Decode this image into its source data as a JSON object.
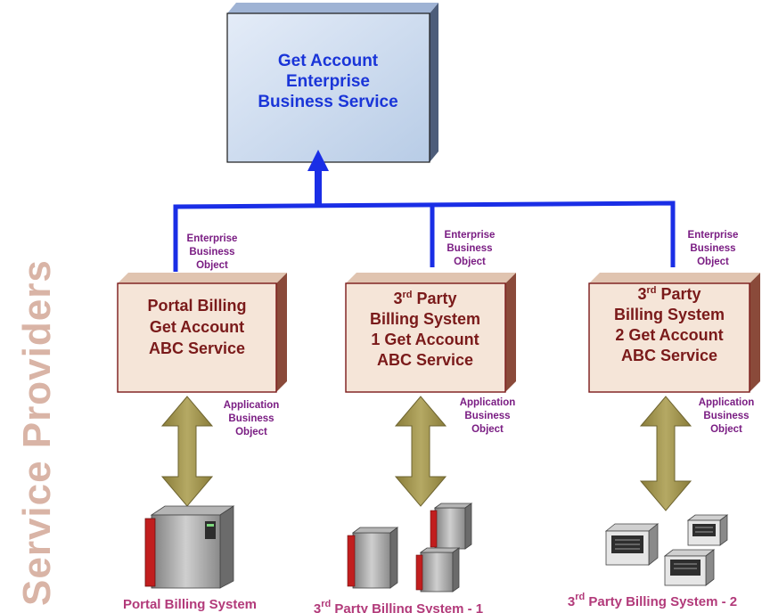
{
  "side_label": "Service Providers",
  "enterprise_service": {
    "lines": [
      "Get Account",
      "Enterprise",
      "Business Service"
    ]
  },
  "enterprise_object_label": [
    "Enterprise",
    "Business",
    "Object"
  ],
  "application_object_label": [
    "Application",
    "Business",
    "Object"
  ],
  "abc_services": [
    {
      "lines": [
        {
          "text": "Portal Billing"
        },
        {
          "text": "Get Account"
        },
        {
          "text": "ABC Service"
        }
      ]
    },
    {
      "lines": [
        {
          "text": "3",
          "sup": "rd",
          "rest": " Party"
        },
        {
          "text": "Billing System"
        },
        {
          "text": "1 Get Account"
        },
        {
          "text": "ABC Service"
        }
      ]
    },
    {
      "lines": [
        {
          "text": "3",
          "sup": "rd",
          "rest": " Party"
        },
        {
          "text": "Billing System"
        },
        {
          "text": "2 Get Account"
        },
        {
          "text": "ABC Service"
        }
      ]
    }
  ],
  "systems": [
    {
      "text": "Portal Billing System"
    },
    {
      "text": "3",
      "sup": "rd",
      "rest": " Party Billing System - 1"
    },
    {
      "text": "3",
      "sup": "rd",
      "rest": " Party Billing System - 2"
    }
  ],
  "colors": {
    "connector": "#1a2ee6",
    "enterprise_box": "#c9d8ee",
    "abc_box": "#f5e5d8",
    "abc_border": "#7a1a1a",
    "arrow": "#9a8d4a"
  }
}
